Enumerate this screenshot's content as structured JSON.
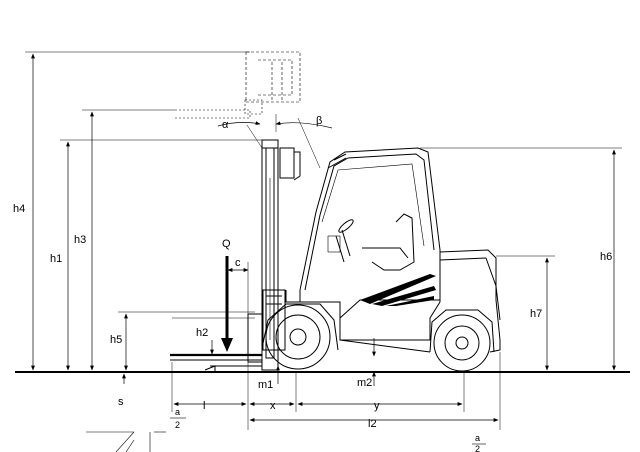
{
  "labels": {
    "h4": "h4",
    "h3": "h3",
    "h1": "h1",
    "h5": "h5",
    "h2": "h2",
    "h6": "h6",
    "h7": "h7",
    "Q": "Q",
    "c": "c",
    "alpha": "α",
    "beta": "β",
    "m1": "m1",
    "m2": "m2",
    "s": "s",
    "l": "l",
    "x": "x",
    "y": "y",
    "l2": "l2",
    "a_top_left": "a",
    "two_left": "2",
    "a_top_right": "a",
    "two_right": "2"
  },
  "colors": {
    "line": "#000000",
    "background": "#ffffff"
  }
}
